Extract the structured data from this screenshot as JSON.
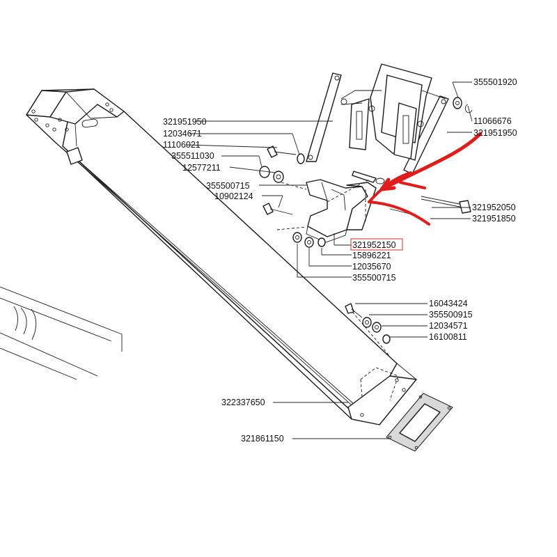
{
  "diagram": {
    "labels": [
      "355501920",
      "11066676",
      "321951950",
      "321951950",
      "12034671",
      "11106021",
      "355511030",
      "12577211",
      "355500715",
      "10902124",
      "321952050",
      "321951850",
      "321952150",
      "15896221",
      "12035670",
      "355500715",
      "16043424",
      "355500915",
      "12034571",
      "16100811",
      "322337650",
      "321861150"
    ],
    "highlighted_part": "321952150",
    "colors": {
      "line": "#1a1a1a",
      "highlight_arrow": "#e21b1b",
      "highlight_box": "#e05050"
    }
  }
}
